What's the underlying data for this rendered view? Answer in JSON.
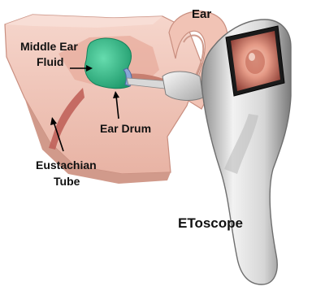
{
  "labels": {
    "ear": "Ear",
    "middle_ear_fluid_line1": "Middle Ear",
    "middle_ear_fluid_line2": "Fluid",
    "ear_drum": "Ear Drum",
    "eustachian_line1": "Eustachian",
    "eustachian_line2": "Tube",
    "device": "EToscope"
  },
  "colors": {
    "skin": "#f2c9bd",
    "skin_dark": "#d9a495",
    "fluid": "#35c08f",
    "tube": "#c0625a",
    "device_body": "#e4e4e4",
    "device_shadow": "#9a9a9a",
    "screen_bezel": "#1a1a1a"
  }
}
